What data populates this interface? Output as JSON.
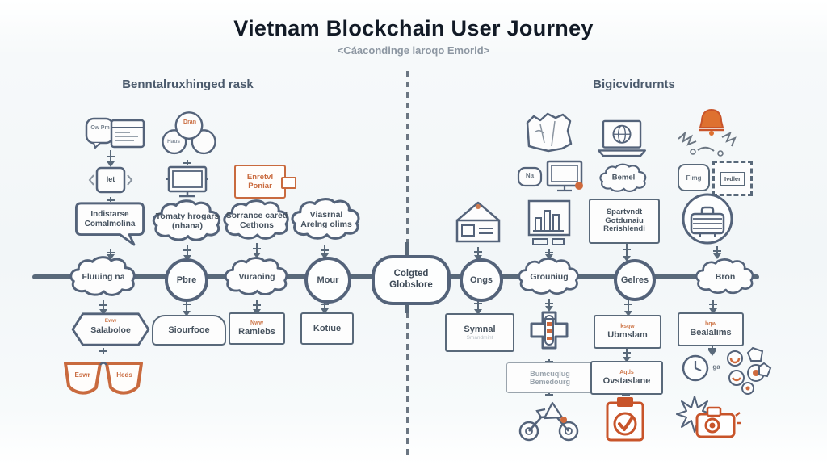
{
  "title": "Vietnam Blockchain User Journey",
  "subtitle": "<Cáacondinge laroqo Emorld>",
  "sections": {
    "left_header": "Benntalruxhinged rask",
    "right_header": "Bigicvidrurnts"
  },
  "colors": {
    "ink": "#59697a",
    "accent_orange": "#c96a3e",
    "title_text": "#121a26",
    "light_text": "#9aa4ad"
  },
  "timeline": {
    "nodes": {
      "n1": "Fluuing na",
      "n2": "Pbre",
      "n3": "Vuraoing",
      "n4": "Mour",
      "center_line1": "Colgted",
      "center_line2": "Globslore",
      "n5": "Ongs",
      "n6": "Grouniug",
      "n7": "Gelres",
      "n8": "Bron"
    }
  },
  "left": {
    "col1": {
      "chat_lines": "Cw Pm",
      "transform_label": "Iet",
      "bubble_line1": "Indistarse",
      "bubble_line2": "Comalmolina",
      "banner_small": "Eww",
      "banner_label": "Salaboloe",
      "glasses_left": "Eswr",
      "glasses_right": "Heds"
    },
    "col2": {
      "circle_top": "Dran",
      "circle_left": "Haus",
      "cloud_line1": "Tomaty hrogars",
      "cloud_line2": "(nhana)",
      "box_label": "Siourfooe"
    },
    "col3": {
      "tag_line1": "Enretvl",
      "tag_line2": "Poniar",
      "cloud_line1": "Sorrance cared",
      "cloud_line2": "Cethons",
      "box_small": "Nww",
      "box_label": "Ramiebs"
    },
    "col4": {
      "cloud_line1": "Viasrnal",
      "cloud_line2": "Arelng olims",
      "box_label": "Kotiue"
    }
  },
  "right": {
    "col1": {
      "box_label": "Symnal",
      "box_sub": "Smandmint"
    },
    "col2": {
      "tag_label": "Na",
      "box_line1": "Bumcuqlug",
      "box_line2": "Bemedourg"
    },
    "col3": {
      "cloud_label": "Bemel",
      "box_line1": "Spartvndt",
      "box_line2": "Gotdunaiu",
      "box_line3": "Rerishlendi",
      "box2_small": "ksqw",
      "box2_label": "Ubmslam",
      "box3_small": "Aqds",
      "box3_label": "Ovstaslane"
    },
    "col4": {
      "tag_left": "Fimg",
      "stamp_label": "Ivdler",
      "box_small": "hqw",
      "box_label": "Bealalims",
      "coin_label": "ga"
    }
  }
}
